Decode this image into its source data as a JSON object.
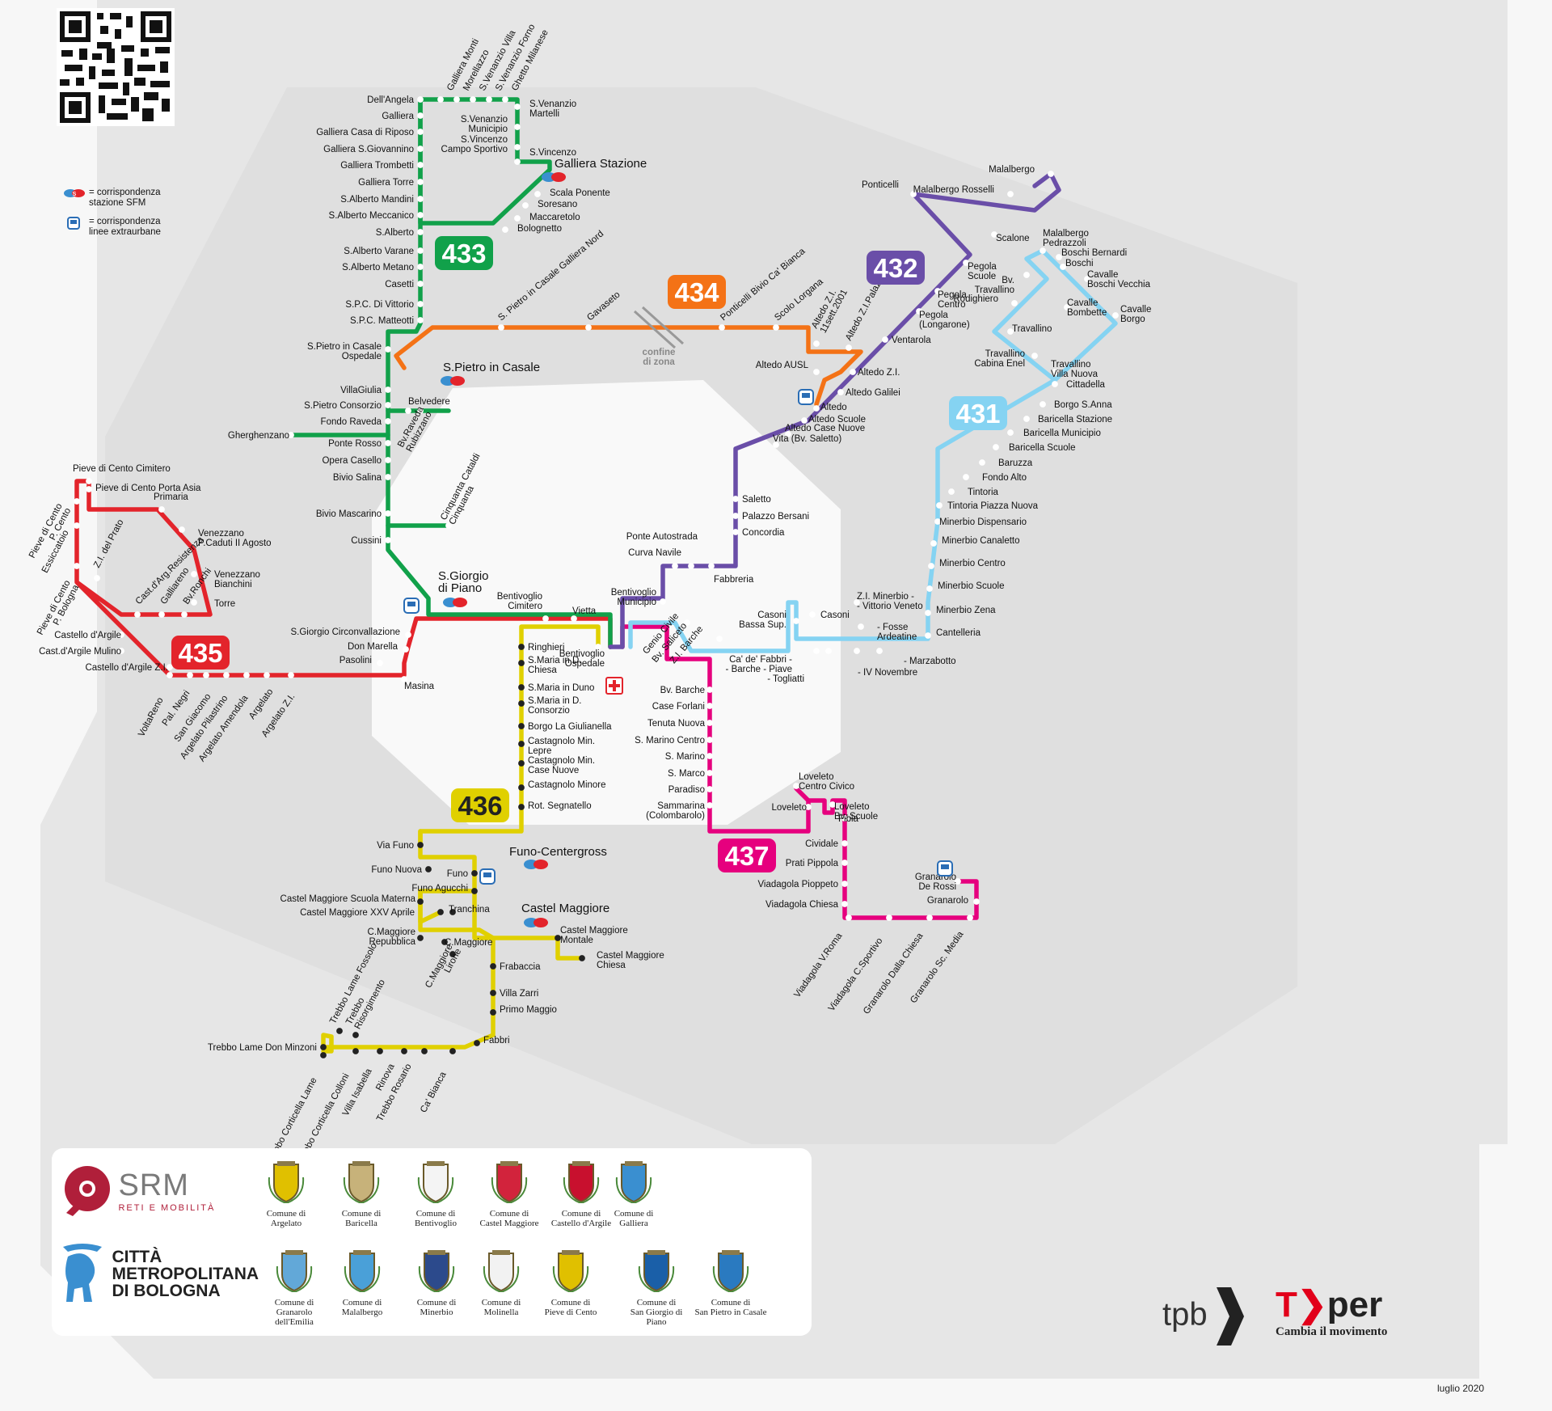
{
  "legend": {
    "sfm_label": "= corrispondenza\nstazione SFM",
    "extra_label": "= corrispondenza\nlinee extraurbane"
  },
  "lines": [
    {
      "id": "431",
      "color": "#85d3f2"
    },
    {
      "id": "432",
      "color": "#6a4ea8"
    },
    {
      "id": "433",
      "color": "#11a14a"
    },
    {
      "id": "434",
      "color": "#f47216"
    },
    {
      "id": "435",
      "color": "#e3242b"
    },
    {
      "id": "436",
      "color": "#e0d000"
    },
    {
      "id": "437",
      "color": "#e6007e"
    }
  ],
  "hubs": {
    "galliera": "Galliera Stazione",
    "spietro": "S.Pietro in Casale",
    "sgiorgio": "S.Giorgio\ndi Piano",
    "funo": "Funo-Centergross",
    "castel": "Castel Maggiore"
  },
  "zone": "confine\ndi zona",
  "stops_433": [
    "Dell'Angela",
    "Galliera",
    "Galliera Casa di Riposo",
    "Galliera S.Giovannino",
    "Galliera Trombetti",
    "Galliera Torre",
    "S.Alberto Mandini",
    "S.Alberto Meccanico",
    "S.Alberto",
    "S.Alberto Varane",
    "S.Alberto Metano",
    "Casetti",
    "S.P.C. Di Vittorio",
    "S.P.C. Matteotti",
    "S.Pietro in Casale\nOspedale",
    "VillaGiulia",
    "S.Pietro Consorzio",
    "Fondo Raveda",
    "Ponte Rosso",
    "Opera Casello",
    "Bivio Salina",
    "Bivio Mascarino",
    "Cussini",
    "Gherghenzano",
    "Belvedere",
    "Bv.Raveda\nRubizzano",
    "Cinquanta Cataldi\nCinquanta"
  ],
  "stops_433_east": [
    "S.Venanzio\nMartelli",
    "S.Venanzio\nMunicipio",
    "S.Vincenzo\nCampo Sportivo",
    "S.Vincenzo",
    "Scala Ponente",
    "Soresano",
    "Maccaretolo",
    "Bolognetto"
  ],
  "stops_433_top": [
    "Galliera Monti",
    "Morellazzo",
    "S.Venanzio Villa",
    "S.Venanzio Forno",
    "Ghetto Milanese"
  ],
  "stops_434": [
    "S. Pietro in Casale Galliera Nord",
    "Gavaseto",
    "Ponticelli Bivio Ca' Bianca",
    "Scolo Lorgana",
    "Altedo Z.I.\n11sett.2001",
    "Altedo Z.I.Palazzino",
    "Altedo AUSL"
  ],
  "stops_432": [
    "Ponticelli",
    "Malalbergo",
    "Malalbergo Rosselli",
    "Scalone",
    "Pegola\nScuole",
    "Pegola\nCentro",
    "Pegola\n(Longarone)",
    "Ventarola",
    "Altedo Z.I.",
    "Altedo Galilei",
    "Altedo",
    "Altedo Scuole",
    "Altedo Case Nuove",
    "Vita (Bv. Saletto)",
    "Saletto",
    "Palazzo Bersani",
    "Concordia",
    "Ponte Autostrada",
    "Curva Navile",
    "Fabbreria",
    "Bentivoglio\nMunicipio"
  ],
  "stops_431": [
    "Malalbergo\nPedrazzoli",
    "Boschi Bernardi",
    "Boschi",
    "Cavalle\nBoschi Vecchia",
    "Bv.\nTravallino",
    "Rodighiero",
    "Cavalle\nBombette",
    "Cavalle\nBorgo",
    "Travallino",
    "Travallino\nCabina Enel",
    "Travallino\nVilla Nuova",
    "Cittadella",
    "Borgo S.Anna",
    "Baricella Stazione",
    "Baricella Municipio",
    "Baricella Scuole",
    "Baruzza",
    "Fondo Alto",
    "Tintoria",
    "Tintoria Piazza Nuova",
    "Minerbio Dispensario",
    "Minerbio Canaletto",
    "Minerbio Centro",
    "Minerbio Scuole",
    "Minerbio Zena",
    "Cantelleria",
    "Z.I. Minerbio -\n- Vittorio Veneto",
    "- Fosse\nArdeatine",
    "- Marzabotto",
    "- IV Novembre",
    "Casoni",
    "Casoni\nBassa Sup.",
    "Ca' de' Fabbri -\n- Barche - Piave",
    "- Togliatti",
    "Genio Civile",
    "Bv. Saliceto",
    "Z.I. Barche"
  ],
  "stops_435": [
    "Pieve di Cento Cimitero",
    "Pieve di Cento Porta Asia",
    "Primaria",
    "Venezzano\nP.Caduti II Agosto",
    "Venezzano\nBianchini",
    "Torre",
    "Pieve di Cento\nP. Cento",
    "Essiccatoio",
    "Pieve di Cento\nP. Bologna",
    "Z.I. del Prato",
    "Cast.d'Arg.Resistenza",
    "Galliareno",
    "Bv.Ronchi",
    "Castello d'Argile",
    "Cast.d'Argile Mulino",
    "Castello d'Argile Z.I.",
    "VoltaReno",
    "Pal. Negri",
    "San Giacomo",
    "Argelato Pilastrino",
    "Argelato Amendola",
    "Argelato",
    "Argelato Z.I.",
    "S.Giorgio Circonvallazione",
    "Don Marella",
    "Pasolini",
    "Masina",
    "Bentivoglio\nCimitero",
    "Vietta",
    "Bentivoglio\nOspedale"
  ],
  "stops_436": [
    "Ringhieri",
    "S.Maria in D.\nChiesa",
    "S.Maria in Duno",
    "S.Maria in D.\nConsorzio",
    "Borgo La Giulianella",
    "Castagnolo Min.\nLepre",
    "Castagnolo Min.\nCase Nuove",
    "Castagnolo Minore",
    "Rot. Segnatello",
    "Via Funo",
    "Funo Nuova",
    "Funo",
    "Funo Agucchi",
    "Castel Maggiore Scuola Materna",
    "Castel Maggiore XXV Aprile",
    "Tranchina",
    "C.Maggiore\nRepubblica",
    "C.Maggiore",
    "C.Maggiore\nLirone",
    "Frabaccia",
    "Castel Maggiore\nMontale",
    "Castel Maggiore\nChiesa",
    "Villa Zarri",
    "Primo Maggio",
    "Fabbri",
    "Trebbo Lame Don Minzoni",
    "Trebbo Lame Fossolo",
    "Trebbo\nRisorgimento",
    "Trebbo Corticella Lame",
    "Trebbo Corticella Colloni",
    "Villa Isabella",
    "Rinova",
    "Trebbo Rosario",
    "Ca' Bianca"
  ],
  "stops_437": [
    "Bv. Barche",
    "Case Forlani",
    "Tenuta Nuova",
    "S. Marino Centro",
    "S. Marino",
    "S. Marco",
    "Paradiso",
    "Sammarina\n(Colombarolo)",
    "Loveleto\nCentro Civico",
    "Loveleto",
    "Loveleto\nBv. Scuole",
    "Fibia",
    "Cividale",
    "Prati Pippola",
    "Viadagola Pioppeto",
    "Viadagola Chiesa",
    "Granarolo\nDe Rossi",
    "Granarolo",
    "Viadagola V.Roma",
    "Viadagola C.Sportivo",
    "Granarolo Dalla Chiesa",
    "Granarolo Sc. Media"
  ],
  "logos": {
    "srm": "SRM",
    "srm_sub": "RETI E MOBILITÀ",
    "citta": "CITTÀ\nMETROPOLITANA\nDI BOLOGNA",
    "tpb": "tpb",
    "tper": "per",
    "tper_t": "T",
    "tper_claim": "Cambia il movimento"
  },
  "comuni": [
    {
      "label": "Comune di\nArgelato",
      "color": "#e0c000"
    },
    {
      "label": "Comune di\nBaricella",
      "color": "#c7b27a"
    },
    {
      "label": "Comune di\nBentivoglio",
      "color": "#f4f4f4"
    },
    {
      "label": "Comune di\nCastel Maggiore",
      "color": "#d2233c"
    },
    {
      "label": "Comune di\nCastello d'Argile",
      "color": "#c8102e"
    },
    {
      "label": "Comune di\nGalliera",
      "color": "#3a8fd0"
    },
    {
      "label": "Comune di\nGranarolo dell'Emilia",
      "color": "#62a8d8"
    },
    {
      "label": "Comune di\nMalalbergo",
      "color": "#4aa0d8"
    },
    {
      "label": "Comune di\nMinerbio",
      "color": "#2c4a8c"
    },
    {
      "label": "Comune di\nMolinella",
      "color": "#f2f2f2"
    },
    {
      "label": "Comune di\nPieve di Cento",
      "color": "#e0c000"
    },
    {
      "label": "Comune di\nSan Giorgio di Piano",
      "color": "#1a5fa8"
    },
    {
      "label": "Comune di\nSan Pietro in Casale",
      "color": "#2a7ac0"
    }
  ],
  "date": "luglio 2020"
}
